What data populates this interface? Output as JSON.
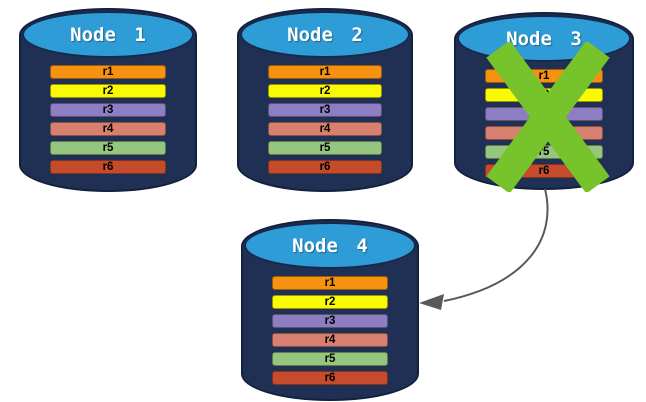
{
  "nodes": [
    {
      "title": "Node 1",
      "shards": [
        "r1",
        "r2",
        "r3",
        "r4",
        "r5",
        "r6"
      ],
      "failed": false
    },
    {
      "title": "Node 2",
      "shards": [
        "r1",
        "r2",
        "r3",
        "r4",
        "r5",
        "r6"
      ],
      "failed": false
    },
    {
      "title": "Node 3",
      "shards": [
        "r1",
        "r2",
        "r3",
        "r4",
        "r5",
        "r6"
      ],
      "failed": true
    },
    {
      "title": "Node 4",
      "shards": [
        "r1",
        "r2",
        "r3",
        "r4",
        "r5",
        "r6"
      ],
      "failed": false
    }
  ],
  "colors": {
    "shards": [
      "#F6920F",
      "#FAFA05",
      "#8D7EC3",
      "#D8806F",
      "#95C67F",
      "#C54B2C"
    ],
    "cylinder_body": "#1F3054",
    "cylinder_outline": "#13213D",
    "cylinder_top": "#2E9CD6",
    "cylinder_top_outline": "#16294A",
    "failure_x": "#76C32B",
    "arrow": "#595959"
  }
}
